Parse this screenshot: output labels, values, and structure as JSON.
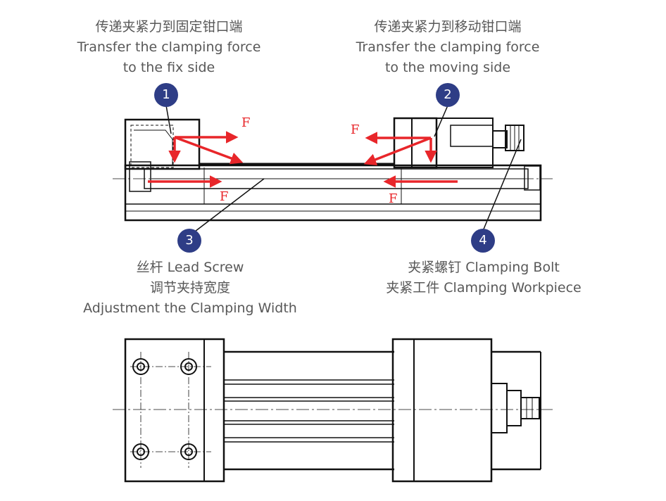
{
  "labels": {
    "fix_side": {
      "cn": "传递夹紧力到固定钳口端",
      "en1": "Transfer the clamping force",
      "en2": "to the fix side"
    },
    "moving_side": {
      "cn": "传递夹紧力到移动钳口端",
      "en1": "Transfer the clamping force",
      "en2": "to the moving side"
    },
    "lead_screw": {
      "line1": "丝杆  Lead Screw",
      "line2": "调节夹持宽度",
      "line3": "Adjustment the Clamping Width"
    },
    "clamping_bolt": {
      "line1": "夹紧螺钉  Clamping Bolt",
      "line2": "夹紧工件  Clamping Workpiece"
    }
  },
  "badges": {
    "b1": "1",
    "b2": "2",
    "b3": "3",
    "b4": "4"
  },
  "force_symbol": "F",
  "colors": {
    "badge": "#2e3d86",
    "arrow": "#e8262a",
    "line": "#111111",
    "text": "#585858"
  }
}
